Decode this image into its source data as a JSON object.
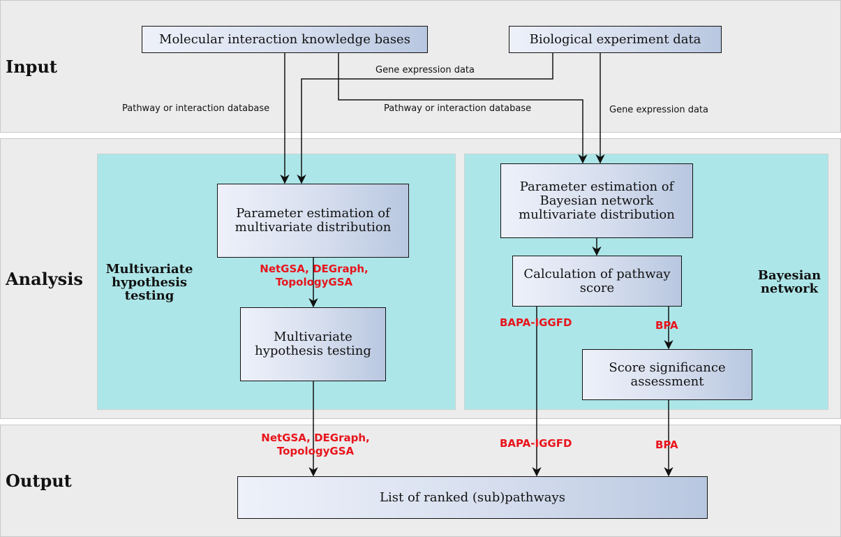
{
  "sections": {
    "input": "Input",
    "analysis": "Analysis",
    "output": "Output"
  },
  "panels": {
    "left": [
      "Multivariate",
      "hypothesis",
      "testing"
    ],
    "right": [
      "Bayesian",
      "network"
    ]
  },
  "nodes": {
    "knowledge_bases": "Molecular interaction knowledge bases",
    "experiment_data": "Biological experiment data",
    "param_mv": "Parameter estimation of multivariate distribution",
    "mv_testing": "Multivariate hypothesis testing",
    "param_bn": "Parameter estimation of Bayesian network multivariate distribution",
    "pathway_score": "Calculation of pathway score",
    "significance": "Score significance assessment",
    "ranked_list": "List of ranked (sub)pathways"
  },
  "edge_labels": {
    "gene_expr_1": "Gene expression data",
    "pathway_db_1": "Pathway or interaction database",
    "pathway_db_2": "Pathway or interaction database",
    "gene_expr_2": "Gene expression data"
  },
  "methods": {
    "left_analysis": [
      "NetGSA, DEGraph,",
      "TopologyGSA"
    ],
    "left_output": [
      "NetGSA, DEGraph,",
      "TopologyGSA"
    ],
    "bapa_analysis": "BAPA-IGGFD",
    "bpa_analysis": "BPA",
    "bapa_output": "BAPA-IGGFD",
    "bpa_output": "BPA"
  },
  "colors": {
    "band": "#ececec",
    "panel": "#ade6e8",
    "method": "#e8141c"
  }
}
